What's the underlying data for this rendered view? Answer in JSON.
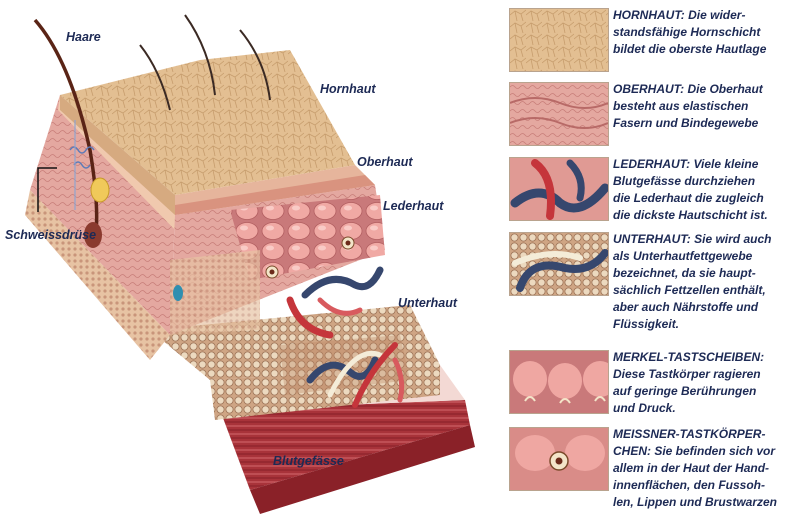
{
  "diagram": {
    "labels": {
      "haare": "Haare",
      "hornhaut": "Hornhaut",
      "oberhaut": "Oberhaut",
      "lederhaut": "Lederhaut",
      "schweissdruese": "Schweissdrüse",
      "unterhaut": "Unterhaut",
      "blutgefaesse": "Blutgefässe"
    }
  },
  "legend": [
    {
      "key": "hornhaut",
      "text": "HORNHAUT: Die wider-\nstandsfähige Hornschicht\nbildet die oberste Hautlage"
    },
    {
      "key": "oberhaut",
      "text": "OBERHAUT: Die Oberhaut\nbesteht aus elastischen\nFasern und Bindegewebe"
    },
    {
      "key": "lederhaut",
      "text": "LEDERHAUT: Viele kleine\nBlutgefässe durchziehen\ndie Lederhaut die zugleich\ndie dickste Hautschicht ist."
    },
    {
      "key": "unterhaut",
      "text": "UNTERHAUT: Sie wird auch\nals Unterhautfettgewebe\nbezeichnet, da sie haupt-\nsächlich Fettzellen enthält,\naber auch Nährstoffe und\nFlüssigkeit."
    },
    {
      "key": "merkel",
      "text": "MERKEL-TASTSCHEIBEN:\nDiese Tastkörper ragieren\nauf geringe Berührungen\nund Druck."
    },
    {
      "key": "meissner",
      "text": "MEISSNER-TASTKÖRPER-\nCHEN: Sie befinden sich vor\nallem in der Haut der Hand-\ninnenflächen, den Fussoh-\nlen, Lippen und Brustwarzen"
    }
  ]
}
